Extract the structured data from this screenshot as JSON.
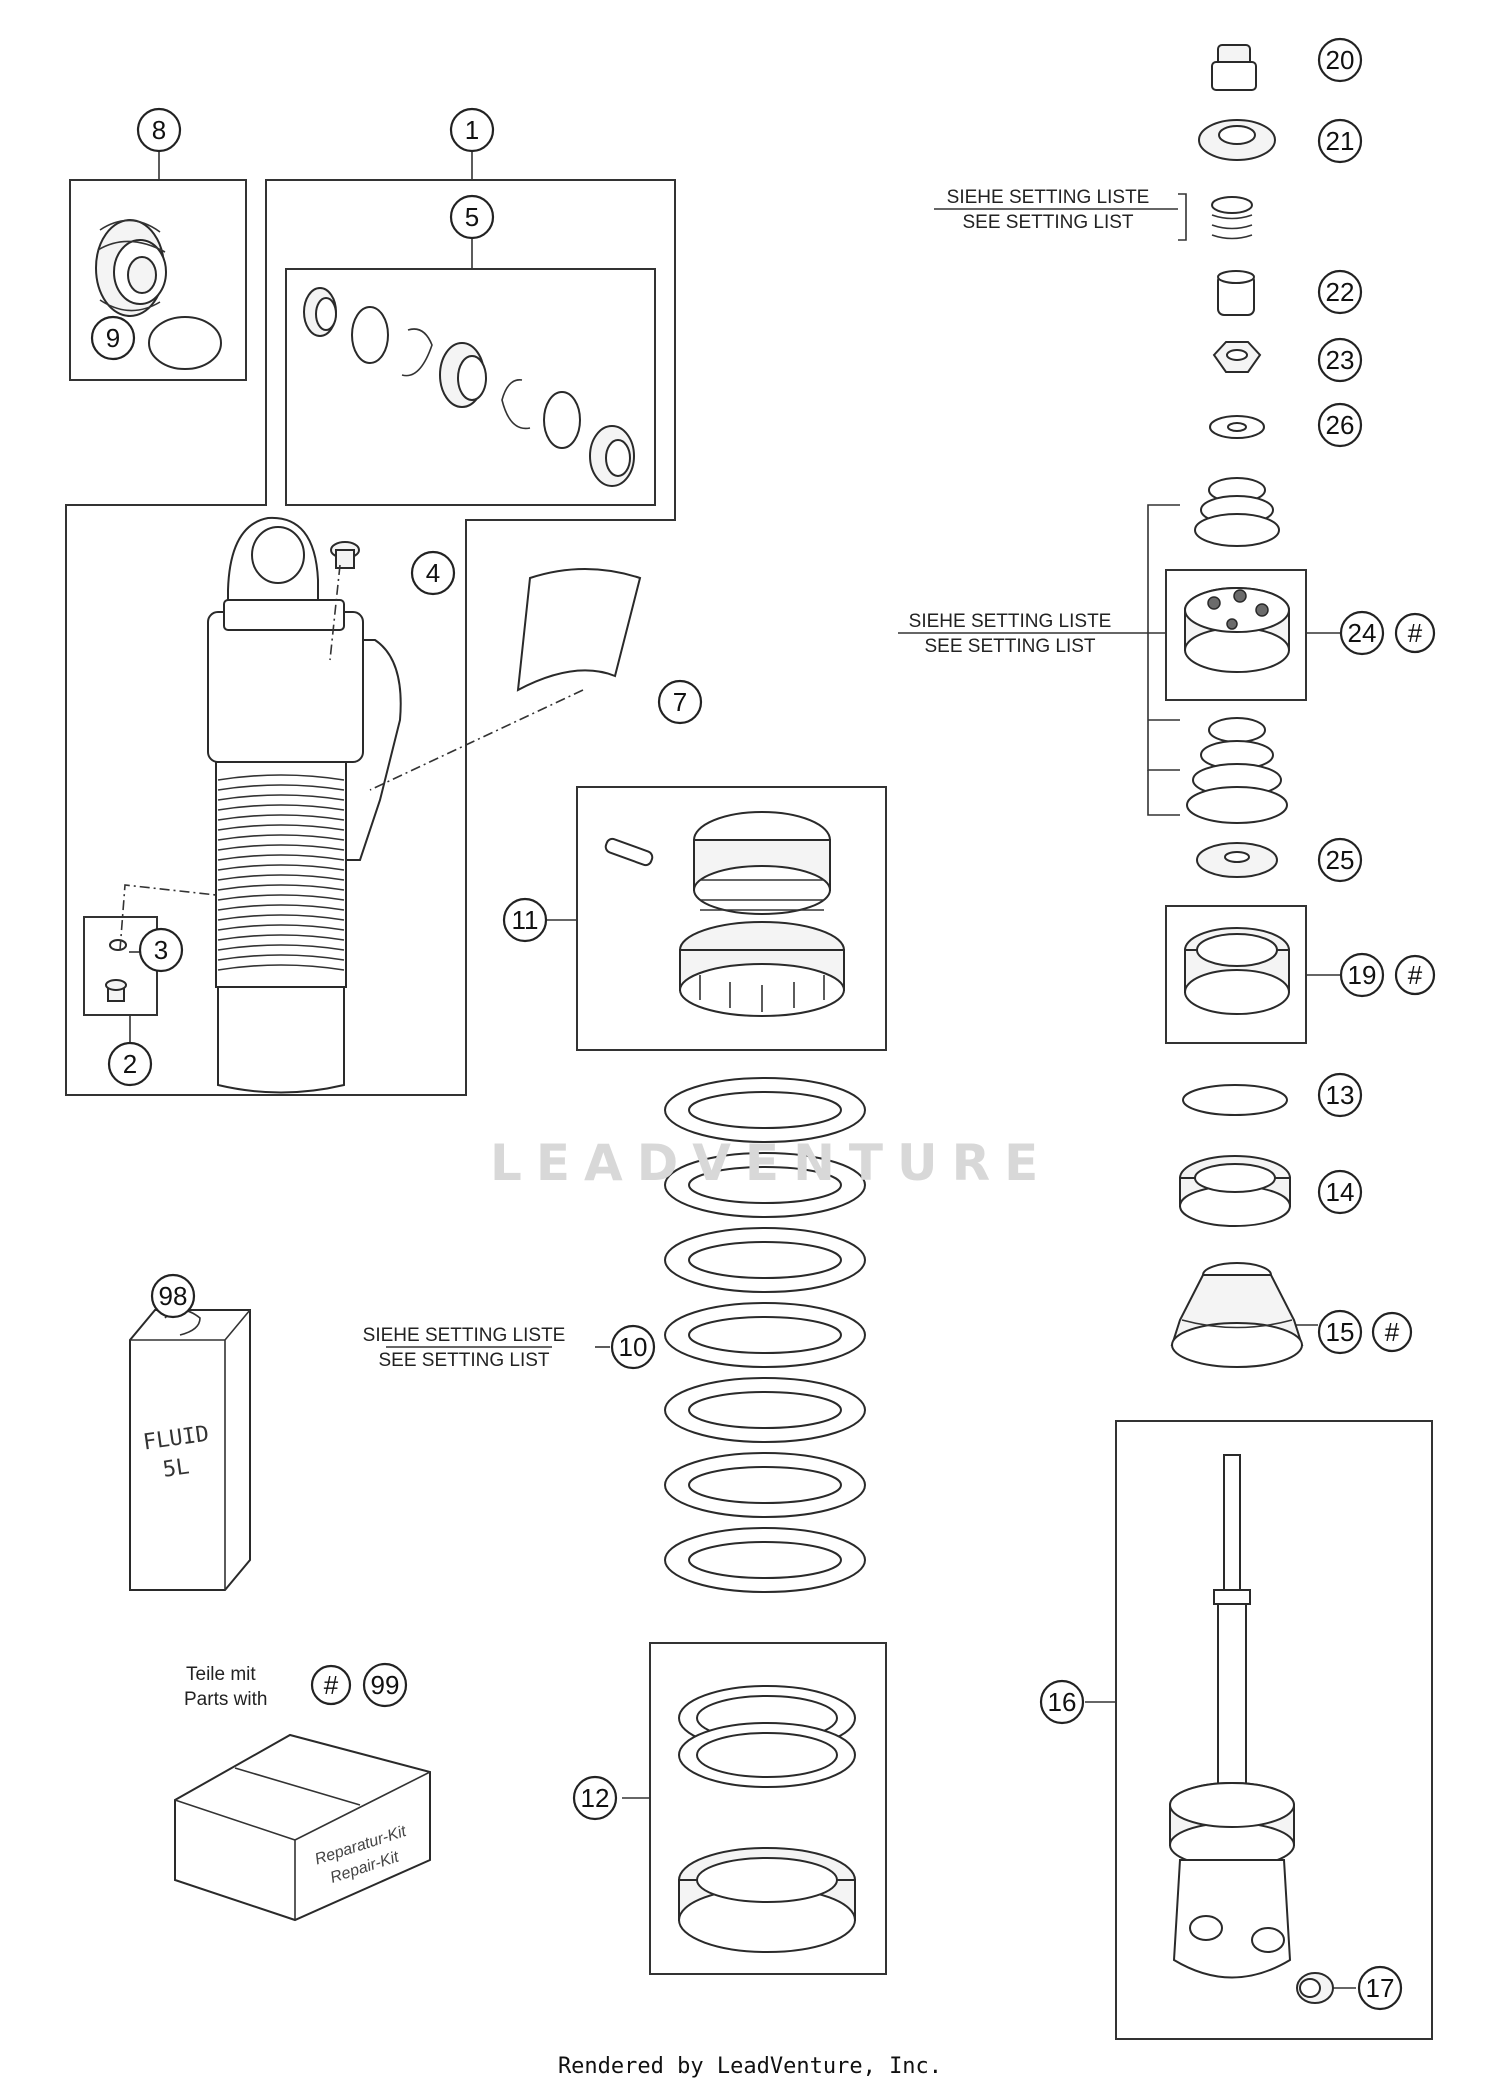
{
  "callouts": [
    "1",
    "2",
    "3",
    "4",
    "5",
    "7",
    "8",
    "9",
    "10",
    "11",
    "12",
    "13",
    "14",
    "15",
    "16",
    "17",
    "19",
    "20",
    "21",
    "22",
    "23",
    "24",
    "25",
    "26",
    "98",
    "99",
    "#"
  ],
  "setting_notes": {
    "de": "SIEHE SETTING LISTE",
    "en": "SEE SETTING LIST"
  },
  "parts_with": {
    "de": "Teile mit",
    "en": "Parts with"
  },
  "can_label": [
    "FLUID",
    "5L"
  ],
  "kit_label": [
    "Reparatur-Kit",
    "Repair-Kit"
  ],
  "watermark": "LEADVENTURE",
  "footer": "Rendered by LeadVenture, Inc."
}
